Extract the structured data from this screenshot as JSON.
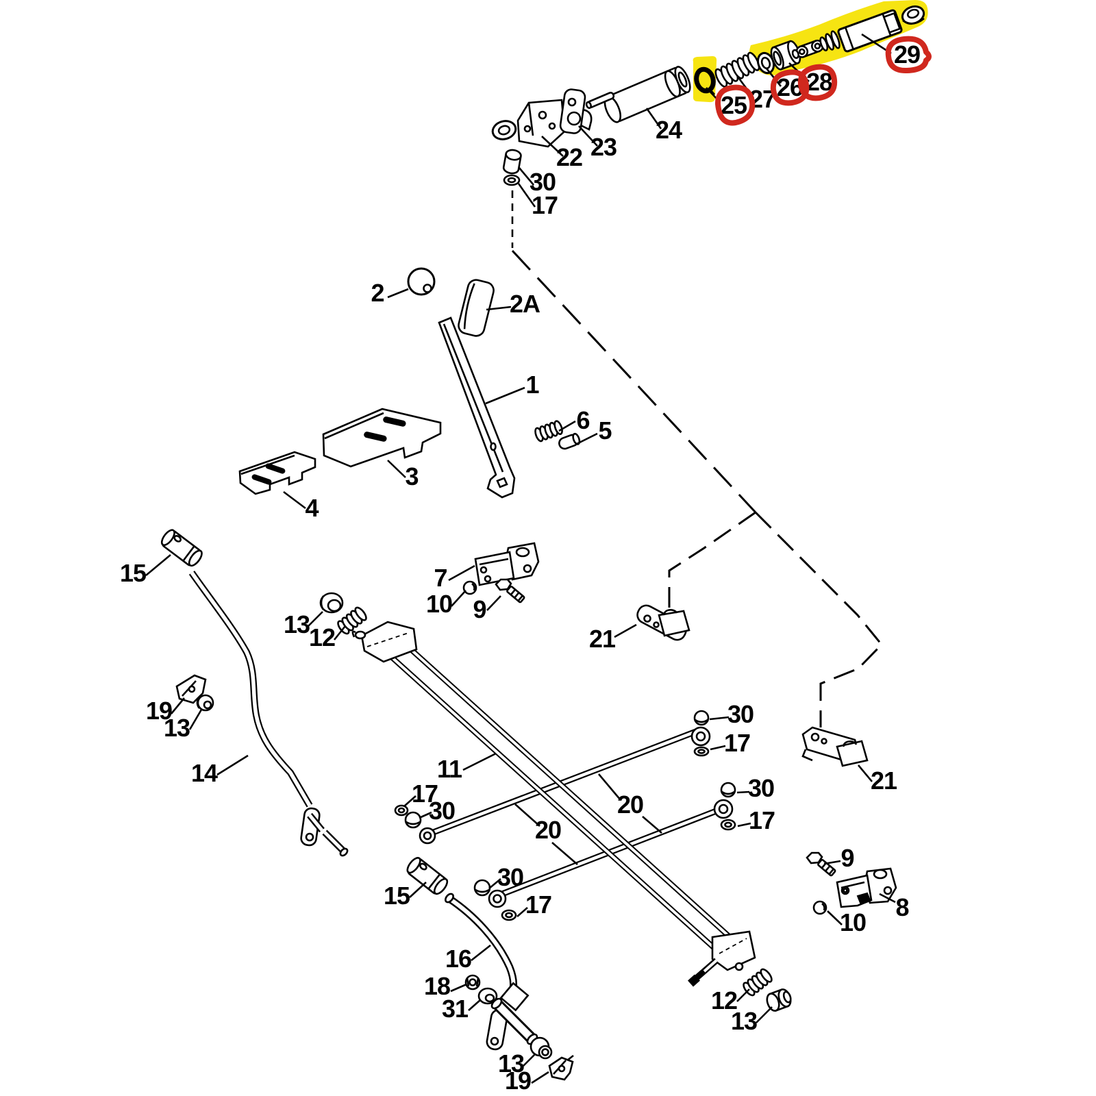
{
  "diagram": {
    "background_color": "#ffffff",
    "line_color": "#000000",
    "type_label": "exploded parts diagram"
  },
  "annotations": {
    "highlight_color": "#f6e412",
    "red_circle_color": "#d0281e",
    "circled_part_labels": [
      "25",
      "26",
      "28",
      "29"
    ],
    "highlighted_region_parts": [
      "25",
      "26",
      "27",
      "28",
      "29"
    ]
  },
  "parts": {
    "1": "1",
    "2": "2",
    "2A": "2A",
    "3": "3",
    "4": "4",
    "5": "5",
    "6": "6",
    "7": "7",
    "8": "8",
    "9": "9",
    "10": "10",
    "11": "11",
    "12": "12",
    "13": "13",
    "14": "14",
    "15": "15",
    "16": "16",
    "17": "17",
    "18": "18",
    "19": "19",
    "20": "20",
    "21": "21",
    "22": "22",
    "23": "23",
    "24": "24",
    "25": "25",
    "26": "26",
    "27": "27",
    "28": "28",
    "29": "29",
    "30": "30",
    "31": "31"
  }
}
